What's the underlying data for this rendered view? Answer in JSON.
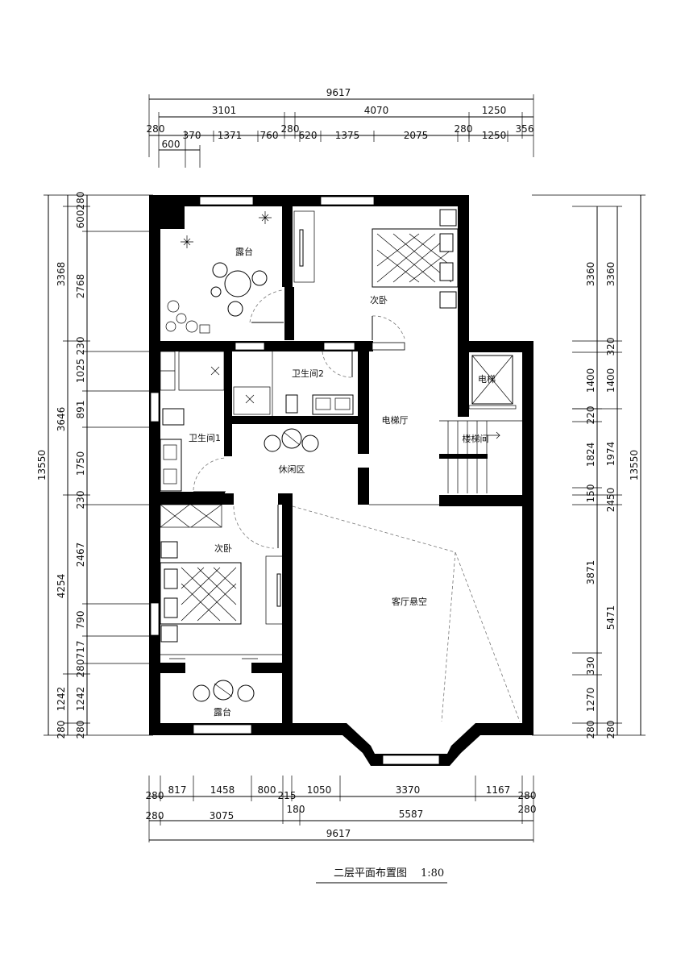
{
  "drawing": {
    "title": "二层平面布置图",
    "scale": "1:80"
  },
  "rooms": {
    "terrace_top": "露台",
    "bedroom_top": "次卧",
    "bath2": "卫生间2",
    "elevator": "电梯",
    "elevator_hall": "电梯厅",
    "stair": "楼梯间",
    "bath1": "卫生间1",
    "lounge": "休闲区",
    "bedroom_bottom": "次卧",
    "living_void": "客厅悬空",
    "terrace_bottom": "露台"
  },
  "dimensions": {
    "top_total": "9617",
    "top_row2": [
      "3101",
      "4070",
      "1250"
    ],
    "top_row3": [
      "280",
      "370",
      "1371",
      "760",
      "280",
      "620",
      "1375",
      "2075",
      "280",
      "1250",
      "356"
    ],
    "top_row3b": [
      "600"
    ],
    "bottom_row1": [
      "280",
      "817",
      "1458",
      "800",
      "215",
      "1050",
      "3370",
      "1167",
      "280"
    ],
    "bottom_row2": [
      "280",
      "3075",
      "180",
      "5587",
      "280"
    ],
    "bottom_total": "9617",
    "left_inner": [
      "280",
      "600",
      "2768",
      "230",
      "1025",
      "891",
      "1750",
      "230",
      "2467",
      "790",
      "717",
      "280",
      "1242",
      "280"
    ],
    "left_mid": [
      "3368",
      "3646",
      "4254",
      "1242",
      "280"
    ],
    "left_total": "13550",
    "right_inner": [
      "3360",
      "1400",
      "220",
      "1824",
      "150",
      "3871",
      "330",
      "1270",
      "280"
    ],
    "right_mid": [
      "3360",
      "320",
      "1400",
      "1974",
      "2450",
      "5471",
      "280"
    ],
    "right_total": "13550"
  }
}
